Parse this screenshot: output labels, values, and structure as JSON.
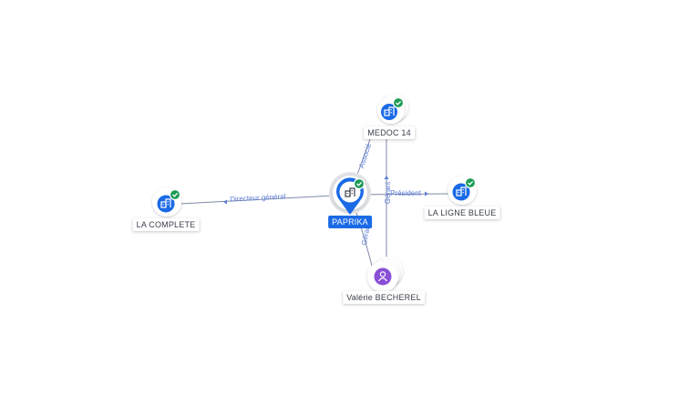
{
  "graph": {
    "nodes": [
      {
        "id": "paprika",
        "label": "PAPRIKA",
        "kind": "company",
        "verified": true,
        "main": true
      },
      {
        "id": "medoc14",
        "label": "MEDOC 14",
        "kind": "company",
        "verified": true
      },
      {
        "id": "lacomplete",
        "label": "LA COMPLETE",
        "kind": "company",
        "verified": true
      },
      {
        "id": "lalignebleue",
        "label": "LA LIGNE BLEUE",
        "kind": "company",
        "verified": true
      },
      {
        "id": "valerie",
        "label": "Valérie BECHEREL",
        "kind": "person",
        "verified": false
      }
    ],
    "edges": [
      {
        "id": "e1",
        "label": "Associé",
        "icon": "triangle-arrow-icon"
      },
      {
        "id": "e2",
        "label": "Directeur général",
        "icon": "triangle-arrow-icon"
      },
      {
        "id": "e3",
        "label": "Président",
        "icon": "triangle-arrow-icon"
      },
      {
        "id": "e4",
        "label": "Gérant",
        "icon": "triangle-arrow-icon"
      },
      {
        "id": "e5",
        "label": "Gérant",
        "icon": "triangle-arrow-icon"
      }
    ]
  },
  "colors": {
    "primary": "#1a6ae6",
    "verified": "#1e9b57",
    "person": "#8a4fd6",
    "edge": "#7f8aa8",
    "edge_label": "#5b7bd6"
  }
}
